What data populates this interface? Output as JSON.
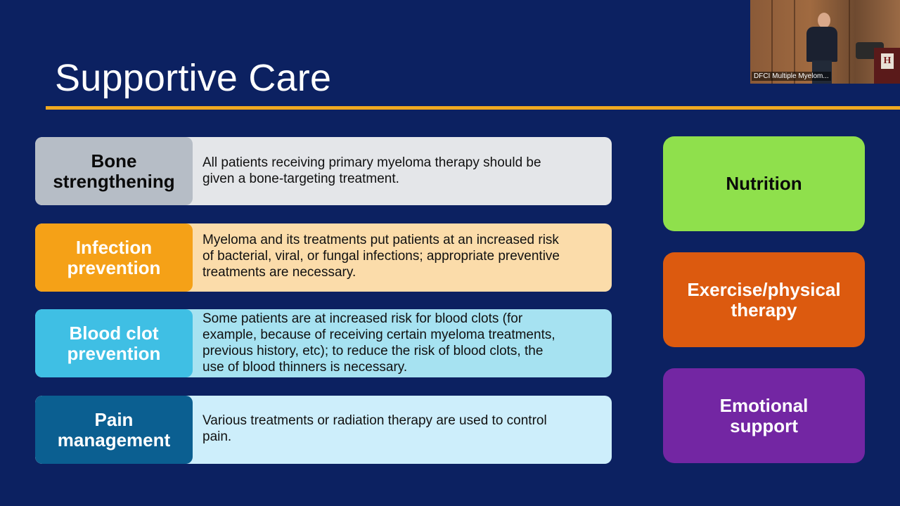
{
  "slide": {
    "title": "Supportive Care"
  },
  "rows": [
    {
      "label_line1": "Bone",
      "label_line2": "strengthening",
      "description_lines": [
        "All patients receiving primary myeloma therapy should be",
        "given a bone-targeting treatment."
      ]
    },
    {
      "label_line1": "Infection",
      "label_line2": "prevention",
      "description_lines": [
        "Myeloma and its treatments put patients at an increased risk",
        "of bacterial, viral, or fungal infections; appropriate preventive",
        "treatments are necessary."
      ]
    },
    {
      "label_line1": "Blood clot",
      "label_line2": "prevention",
      "description_lines": [
        "Some patients are at increased risk for blood clots (for",
        "example, because of receiving certain myeloma treatments,",
        "previous history, etc); to reduce the risk of blood clots, the",
        "use of blood thinners is necessary."
      ]
    },
    {
      "label_line1": "Pain",
      "label_line2": "management",
      "description_lines": [
        "Various treatments or radiation therapy are used to control",
        "pain."
      ]
    }
  ],
  "cards": [
    {
      "line1": "Nutrition",
      "line2": ""
    },
    {
      "line1": "Exercise/physical",
      "line2": "therapy"
    },
    {
      "line1": "Emotional",
      "line2": "support"
    }
  ],
  "video": {
    "caption": "DFCI Multiple Myelom...",
    "podium_logo": "H"
  },
  "colors": {
    "background": "#0c2161",
    "title_rule": "#f0a820",
    "bone_label": "#b6bdc6",
    "infection_label": "#f5a117",
    "clot_label": "#3fbfe4",
    "pain_label": "#0b5f91",
    "nutrition": "#8fe04c",
    "exercise": "#dc5a0f",
    "emotional": "#7326a3"
  }
}
